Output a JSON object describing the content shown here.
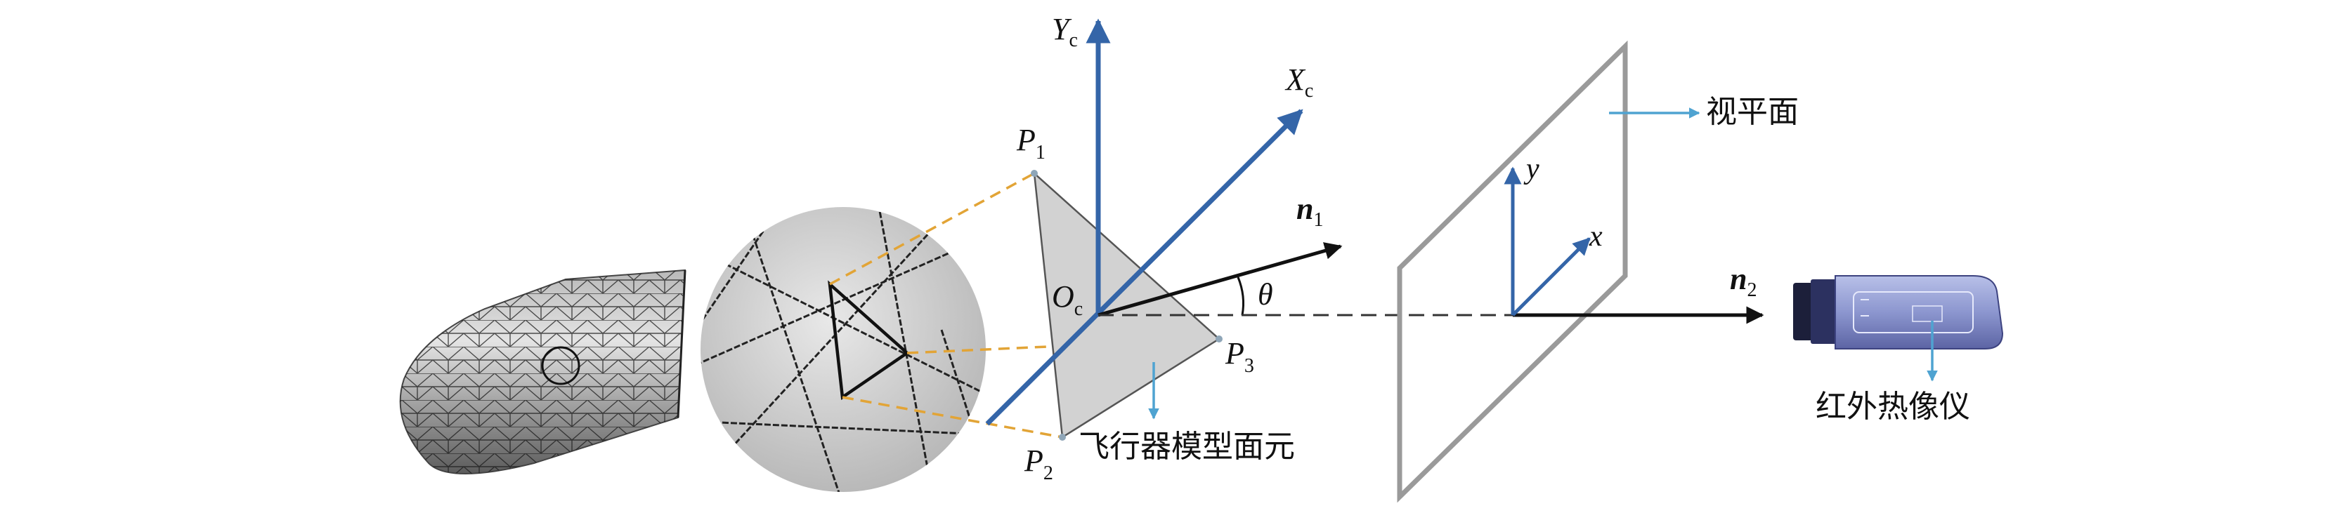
{
  "labels": {
    "yc": "Y",
    "yc_sub": "c",
    "xc": "X",
    "xc_sub": "c",
    "oc": "O",
    "oc_sub": "c",
    "p1": "P",
    "p1_sub": "1",
    "p2": "P",
    "p2_sub": "2",
    "p3": "P",
    "p3_sub": "3",
    "n1": "n",
    "n1_sub": "1",
    "n2": "n",
    "n2_sub": "2",
    "theta": "θ",
    "x": "x",
    "y": "y",
    "view_plane": "视平面",
    "facet": "飞行器模型面元",
    "camera": "红外热像仪"
  },
  "colors": {
    "axis_blue": "#3465a8",
    "callout_blue": "#4fa3d1",
    "dash_orange": "#e2a436",
    "facet_gray": "#d2d2d2",
    "frame_gray": "#9a9a9a"
  }
}
